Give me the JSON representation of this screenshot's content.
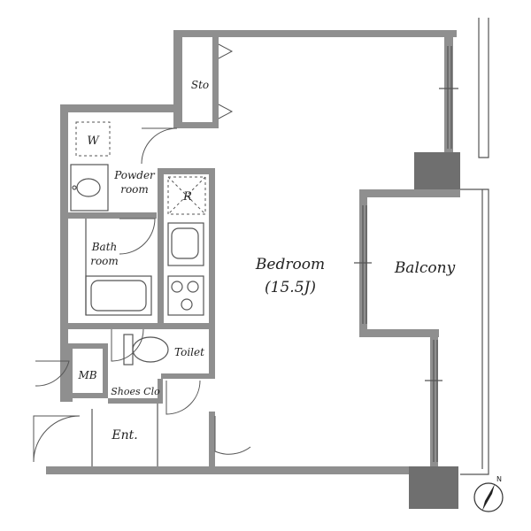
{
  "rooms": {
    "bedroom": "Bedroom",
    "bedroom_size": "(15.5J)",
    "balcony": "Balcony",
    "storage": "Sto",
    "powder_room_line1": "Powder",
    "powder_room_line2": "room",
    "bath_line1": "Bath",
    "bath_line2": "room",
    "toilet": "Toilet",
    "meter_box": "MB",
    "shoes_closet": "Shoes Clo",
    "entrance": "Ent.",
    "washer_symbol": "W",
    "fridge_symbol": "R"
  },
  "compass": {
    "north": "N"
  }
}
